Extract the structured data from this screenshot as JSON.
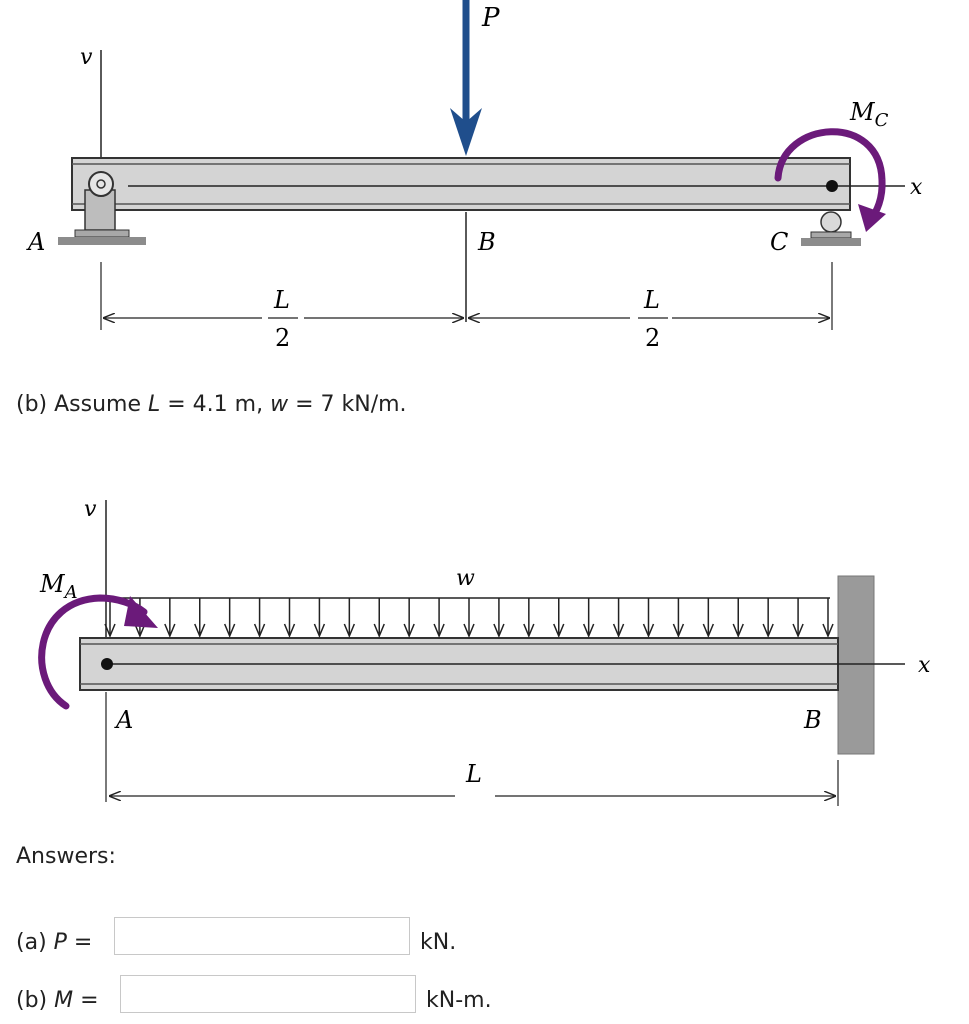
{
  "figure_a": {
    "load_label": "P",
    "moment_label": "Mc",
    "axis_v": "v",
    "axis_x": "x",
    "point_a": "A",
    "point_b": "B",
    "point_c": "C",
    "dim_num_1": "L",
    "dim_den_1": "2",
    "dim_num_2": "L",
    "dim_den_2": "2"
  },
  "part_b_assumption": {
    "prefix": "(b) Assume ",
    "var_L": "L",
    "eq_L": " = 4.1 m, ",
    "var_w": "w",
    "eq_w": " = 7 kN/m."
  },
  "figure_b": {
    "moment_label": "MA",
    "load_label": "w",
    "axis_v": "v",
    "axis_x": "x",
    "point_a": "A",
    "point_b": "B",
    "dim_label": "L"
  },
  "answers": {
    "heading": "Answers:",
    "a": {
      "prefix": "(a) ",
      "var": "P",
      "eq": " =",
      "value": "",
      "unit": "kN."
    },
    "b": {
      "prefix": "(b) ",
      "var": "M",
      "eq": " =",
      "value": "",
      "unit": "kN-m."
    }
  },
  "colors": {
    "load_arrow": "#1f4e8c",
    "moment_arrow": "#6b1a7a",
    "beam_fill": "#d4d4d4",
    "wall_fill": "#9a9a9a"
  }
}
